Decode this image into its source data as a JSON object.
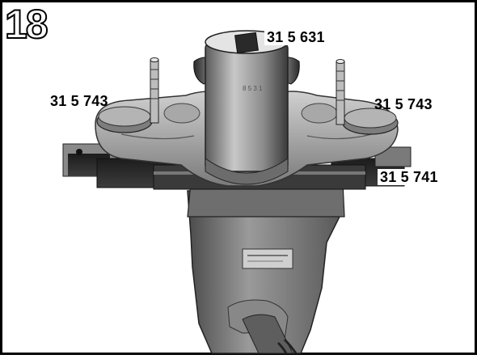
{
  "figure": {
    "number": "18"
  },
  "labels": {
    "top_center": "31 5 631",
    "left": "31 5 743",
    "right": "31 5 743",
    "bottom_right": "31 5 741"
  }
}
